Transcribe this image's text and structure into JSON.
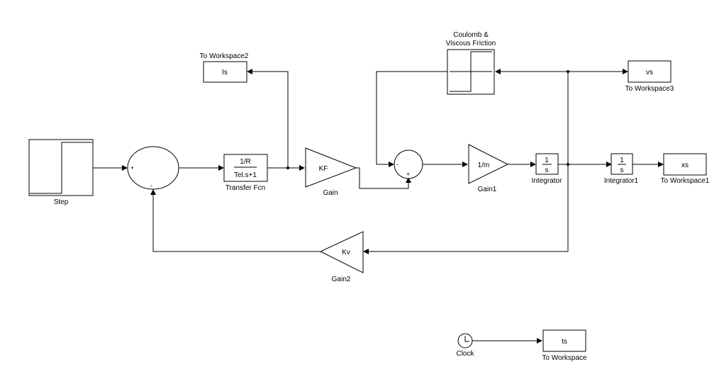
{
  "diagram": {
    "type": "simulink-block-diagram",
    "blocks": {
      "step": {
        "label": "Step"
      },
      "sum1": {
        "signs": [
          "+",
          "-"
        ]
      },
      "transfer_fcn": {
        "label": "Transfer Fcn",
        "numerator": "1/R",
        "denominator": "Tel.s+1"
      },
      "to_workspace2": {
        "label": "To Workspace2",
        "var": "Is"
      },
      "gain": {
        "label": "Gain",
        "value": "KF"
      },
      "sum2": {
        "signs": [
          "-",
          "+"
        ]
      },
      "friction": {
        "label_line1": "Coulomb &",
        "label_line2": "Viscous Friction"
      },
      "gain1": {
        "label": "Gain1",
        "value": "1/m"
      },
      "integrator": {
        "label": "Integrator",
        "numerator": "1",
        "denominator": "s"
      },
      "to_workspace3": {
        "label": "To Workspace3",
        "var": "vs"
      },
      "integrator1": {
        "label": "Integrator1",
        "numerator": "1",
        "denominator": "s"
      },
      "to_workspace1": {
        "label": "To Workspace1",
        "var": "xs"
      },
      "gain2": {
        "label": "Gain2",
        "value": "Kv"
      },
      "clock": {
        "label": "Clock"
      },
      "to_workspace": {
        "label": "To Workspace",
        "var": "ts"
      }
    }
  }
}
